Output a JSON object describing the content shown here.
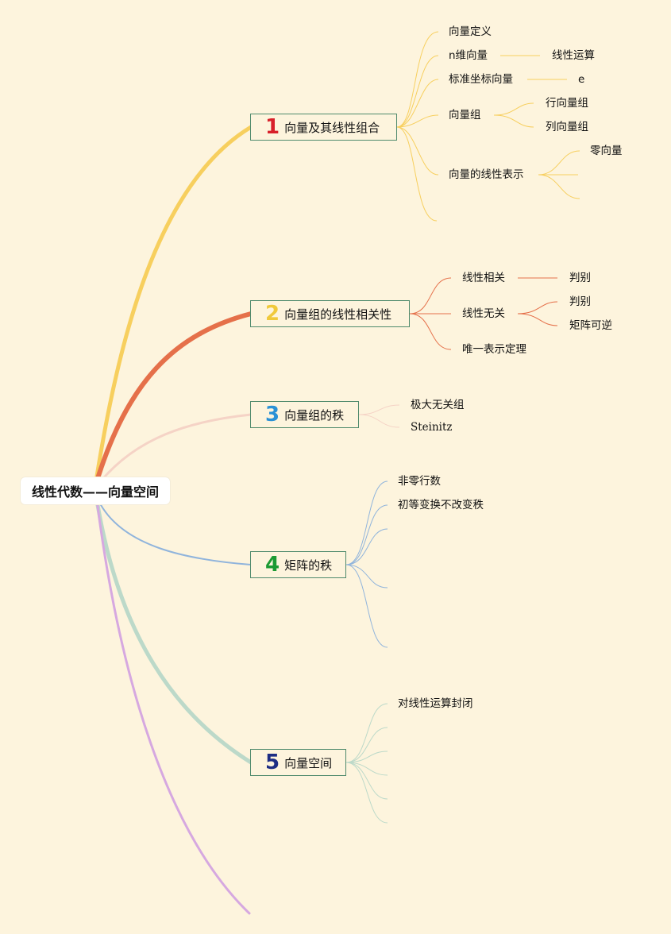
{
  "root": {
    "label": "线性代数——向量空间"
  },
  "topics": [
    {
      "num": "1",
      "label": "向量及其线性组合",
      "color": "#f7cf5e",
      "num_color": "#d8202a"
    },
    {
      "num": "2",
      "label": "向量组的线性相关性",
      "color": "#e5704a",
      "num_color": "#f0c93b"
    },
    {
      "num": "3",
      "label": "向量组的秩",
      "color": "#f5d3c6",
      "num_color": "#2a91d6"
    },
    {
      "num": "4",
      "label": "矩阵的秩",
      "color": "#90b4dc",
      "num_color": "#1c9a33"
    },
    {
      "num": "5",
      "label": "向量空间",
      "color": "#bcd9c9",
      "num_color": "#1d2d84"
    }
  ],
  "extra_branch_color": "#d6a8e0",
  "t1": {
    "def": "向量定义",
    "ndim": "n维向量",
    "linop": "线性运算",
    "std": "标准坐标向量",
    "e": "e",
    "group": "向量组",
    "row": "行向量组",
    "col": "列向量组",
    "rep": "向量的线性表示",
    "zero": "零向量"
  },
  "t2": {
    "dep": "线性相关",
    "dep_judge": "判别",
    "indep": "线性无关",
    "indep_judge": "判别",
    "invertible": "矩阵可逆",
    "unique": "唯一表示定理"
  },
  "t3": {
    "maximal": "极大无关组",
    "steinitz": "Steinitz"
  },
  "t4": {
    "nonzero_rows": "非零行数",
    "elementary": "初等变换不改变秩"
  },
  "t5": {
    "closed": "对线性运算封闭"
  }
}
